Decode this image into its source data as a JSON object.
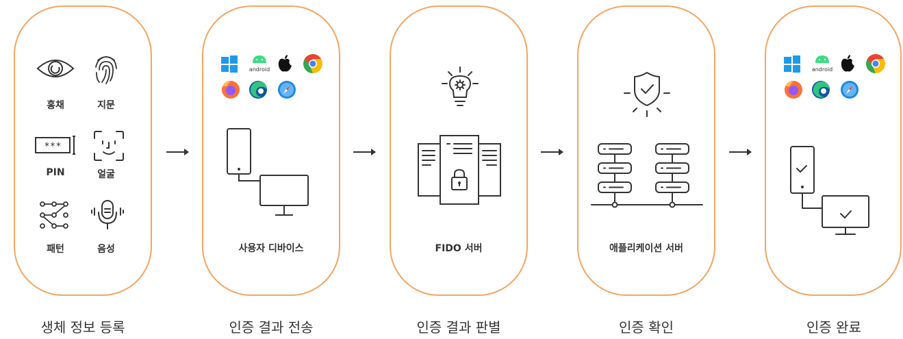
{
  "stage1": {
    "items": [
      "홍채",
      "지문",
      "PIN",
      "얼굴",
      "패턴",
      "음성"
    ],
    "caption": "생체 정보 등록"
  },
  "stage2": {
    "label": "사용자 디바이스",
    "caption": "인증 결과 전송",
    "android_text": "android"
  },
  "stage3": {
    "label": "FIDO 서버",
    "caption": "인증 결과 판별"
  },
  "stage4": {
    "label": "애플리케이션 서버",
    "caption": "인증 확인"
  },
  "stage5": {
    "caption": "인증 완료",
    "android_text": "android"
  },
  "colors": {
    "border": "#f4a460",
    "stroke": "#333333"
  },
  "icons": [
    "iris-icon",
    "fingerprint-icon",
    "pin-icon",
    "face-icon",
    "pattern-icon",
    "voice-icon",
    "windows-icon",
    "android-icon",
    "apple-icon",
    "chrome-icon",
    "firefox-icon",
    "edge-icon",
    "safari-icon",
    "phone-icon",
    "monitor-icon",
    "lightbulb-icon",
    "server-icon",
    "lock-icon",
    "shield-icon",
    "server-rack-icon",
    "arrow-icon"
  ]
}
